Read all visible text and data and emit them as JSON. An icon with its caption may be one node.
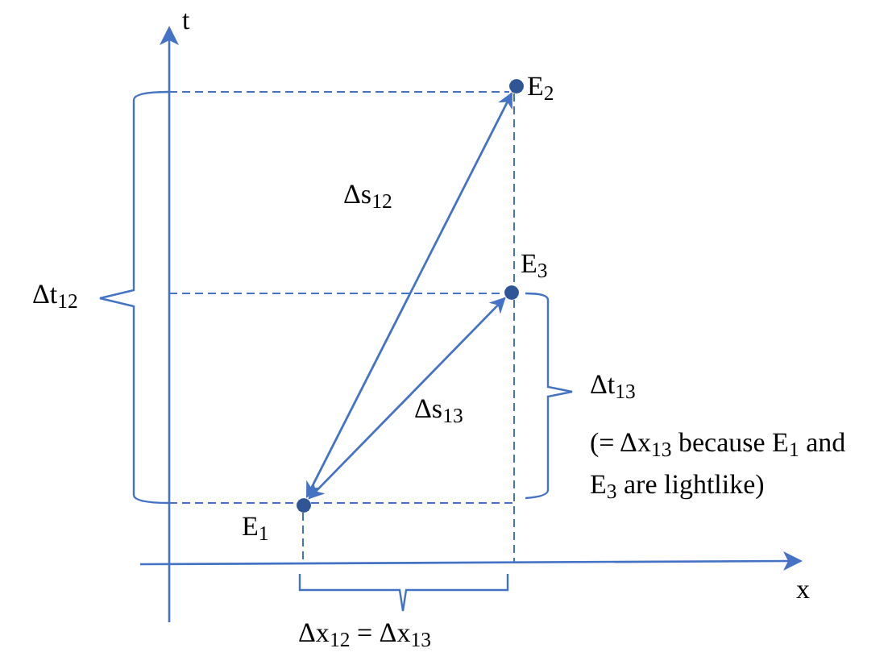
{
  "diagram": {
    "nodes": [
      {
        "text": [],
        "shape": "circle",
        "beside": [
          "E$_{1}$"
        ]
      },
      {
        "text": [],
        "shape": "circle",
        "beside": [
          "E$_{2}$"
        ]
      },
      {
        "text": [],
        "shape": "circle",
        "beside": [
          "E$_{3}$"
        ]
      }
    ],
    "edges": [
      {
        "from": 0,
        "to": 1,
        "arrow": "both",
        "label": "Δs$_{12}$"
      },
      {
        "from": 0,
        "to": 2,
        "arrow": "both",
        "label": "Δs$_{13}$"
      }
    ],
    "labels": [
      "t",
      "Δt$_{12}$",
      "Δt$_{13}$",
      "(= Δx$_{13}$ because E$_{1}$ and E$_{3}$ are lightlike)",
      "x",
      "Δx$_{12}$ = Δx$_{13}$"
    ]
  }
}
